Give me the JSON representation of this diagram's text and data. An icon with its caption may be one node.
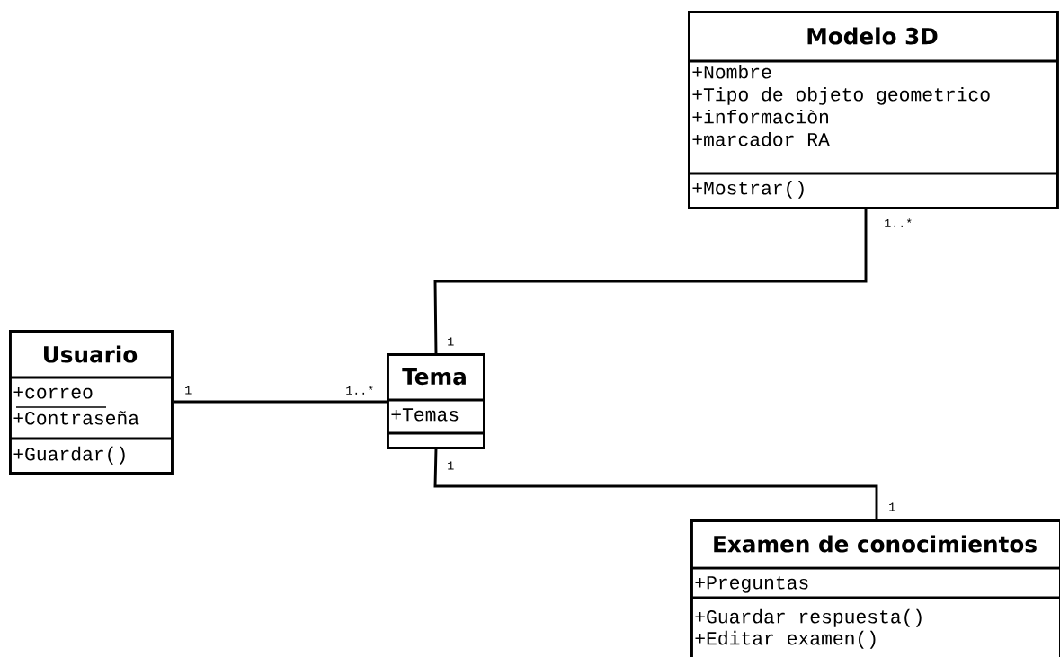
{
  "diagram": {
    "nodes": [
      {
        "text": [
          "Modelo 3D",
          "+Nombre",
          "+Tipo de objeto geometrico",
          "+informaciòn",
          "+marcador RA",
          "+Mostrar()"
        ]
      },
      {
        "text": [
          "Usuario",
          "+correo",
          "+Contraseña",
          "+Guardar()"
        ]
      },
      {
        "text": [
          "Tema",
          "+Temas"
        ]
      },
      {
        "text": [
          "Examen de conocimientos",
          "+Preguntas",
          "+Guardar respuesta()",
          "+Editar examen()"
        ]
      }
    ],
    "edges": [
      {
        "from": 1,
        "to": 2,
        "arrow": "none"
      },
      {
        "from": 2,
        "to": 0,
        "arrow": "none"
      },
      {
        "from": 2,
        "to": 3,
        "arrow": "none"
      }
    ],
    "labels": [
      "1..*",
      "1",
      "1",
      "1..*",
      "1",
      "1"
    ]
  }
}
